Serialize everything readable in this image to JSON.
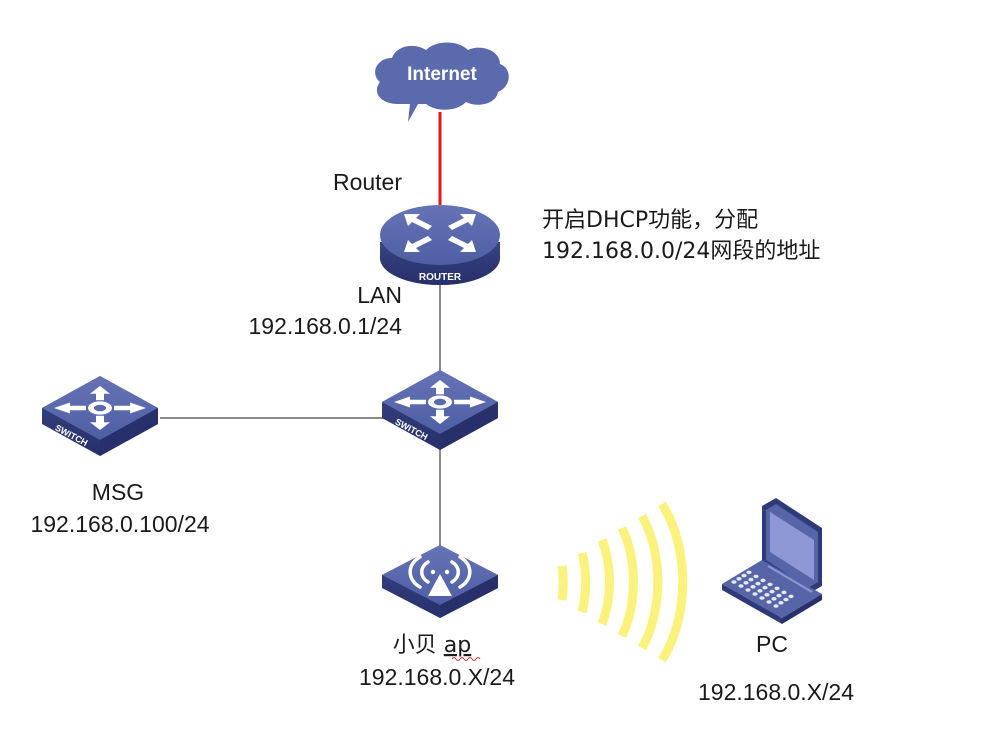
{
  "cloud": {
    "label": "Internet",
    "color": "#5b6aad"
  },
  "router": {
    "name": "Router",
    "device_text": "ROUTER",
    "interface": "LAN",
    "ip": "192.168.0.1/24"
  },
  "note": {
    "line1": "开启DHCP功能，分配",
    "line2": "192.168.0.0/24网段的地址"
  },
  "core_switch": {
    "device_text": "SWITCH"
  },
  "msg_switch": {
    "device_text": "SWITCH",
    "name": "MSG",
    "ip": "192.168.0.100/24"
  },
  "ap": {
    "name_cn": "小贝",
    "name_en": "ap",
    "ip": "192.168.0.X/24"
  },
  "pc": {
    "name": "PC",
    "ip": "192.168.0.X/24"
  },
  "colors": {
    "device_top": "#5565a8",
    "device_side": "#2f3a78",
    "wan_link": "#e8141c",
    "lan_link": "#8a8a8a",
    "wifi_wave": "#fbf27e",
    "screen": "#8e97d6"
  }
}
